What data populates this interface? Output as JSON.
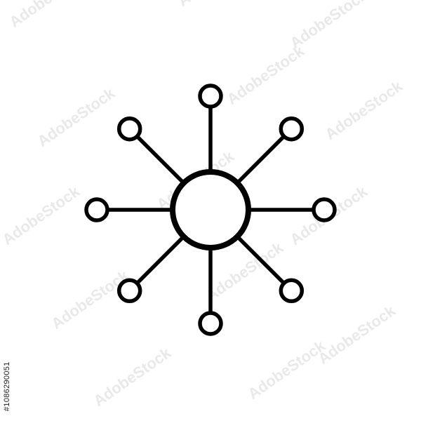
{
  "image": {
    "background_color": "#ffffff",
    "stroke_color": "#000000"
  },
  "icon": {
    "name": "network-hub-icon",
    "spoke_count": 8
  },
  "watermark": {
    "text": "AdobeStock",
    "color": "#e9e9e9"
  },
  "stock_id": "#1086290051"
}
